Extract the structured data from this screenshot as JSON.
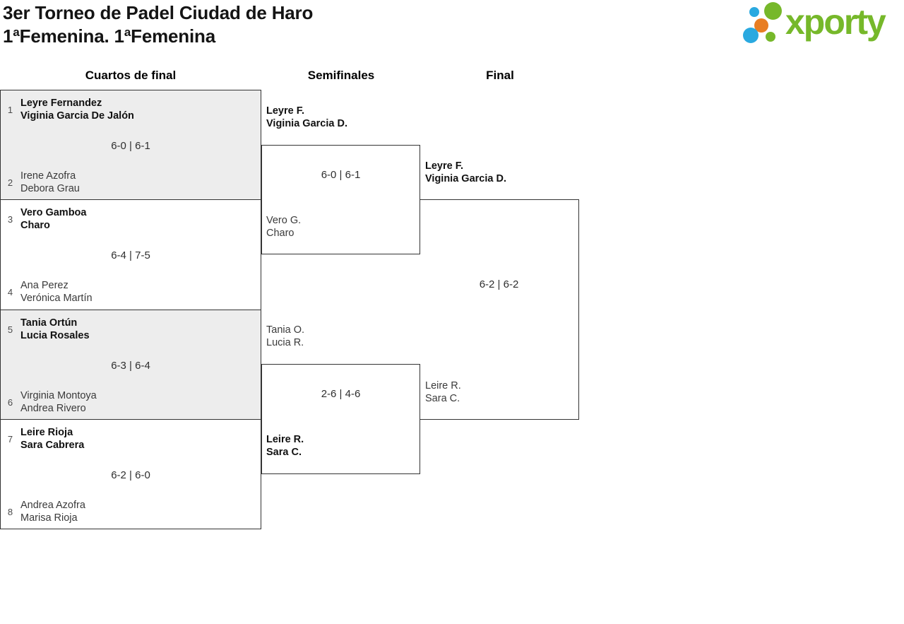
{
  "page": {
    "title_line1": "3er Torneo de Padel Ciudad de Haro",
    "title_line2": "1ªFemenina. 1ªFemenina"
  },
  "logo": {
    "text": "xporty",
    "colors": {
      "green": "#76b82a",
      "blue": "#2aa9e0",
      "orange": "#e87e23"
    }
  },
  "rounds": {
    "quarterfinals_label": "Cuartos de final",
    "semifinals_label": "Semifinales",
    "final_label": "Final"
  },
  "quarterfinals": [
    {
      "score": "6-0 | 6-1",
      "top": {
        "seed": "1",
        "player1": "Leyre Fernandez",
        "player2": "Viginia Garcia De Jalón",
        "winner": true
      },
      "bottom": {
        "seed": "2",
        "player1": "Irene Azofra",
        "player2": "Debora Grau",
        "winner": false
      }
    },
    {
      "score": "6-4 | 7-5",
      "top": {
        "seed": "3",
        "player1": "Vero Gamboa",
        "player2": "Charo",
        "winner": true
      },
      "bottom": {
        "seed": "4",
        "player1": "Ana Perez",
        "player2": "Verónica Martín",
        "winner": false
      }
    },
    {
      "score": "6-3 | 6-4",
      "top": {
        "seed": "5",
        "player1": "Tania Ortún",
        "player2": "Lucia Rosales",
        "winner": true
      },
      "bottom": {
        "seed": "6",
        "player1": "Virginia Montoya",
        "player2": "Andrea Rivero",
        "winner": false
      }
    },
    {
      "score": "6-2 | 6-0",
      "top": {
        "seed": "7",
        "player1": "Leire Rioja",
        "player2": "Sara Cabrera",
        "winner": true
      },
      "bottom": {
        "seed": "8",
        "player1": "Andrea Azofra",
        "player2": "Marisa Rioja",
        "winner": false
      }
    }
  ],
  "semifinals": [
    {
      "score": "6-0 | 6-1",
      "top": {
        "player1": "Leyre F.",
        "player2": "Viginia Garcia D.",
        "winner": true
      },
      "bottom": {
        "player1": "Vero G.",
        "player2": "Charo",
        "winner": false
      }
    },
    {
      "score": "2-6 | 4-6",
      "top": {
        "player1": "Tania O.",
        "player2": "Lucia R.",
        "winner": false
      },
      "bottom": {
        "player1": "Leire R.",
        "player2": "Sara C.",
        "winner": true
      }
    }
  ],
  "final": {
    "score": "6-2 | 6-2",
    "top": {
      "player1": "Leyre F.",
      "player2": "Viginia Garcia D.",
      "winner": true
    },
    "bottom": {
      "player1": "Leire R.",
      "player2": "Sara C.",
      "winner": false
    }
  }
}
